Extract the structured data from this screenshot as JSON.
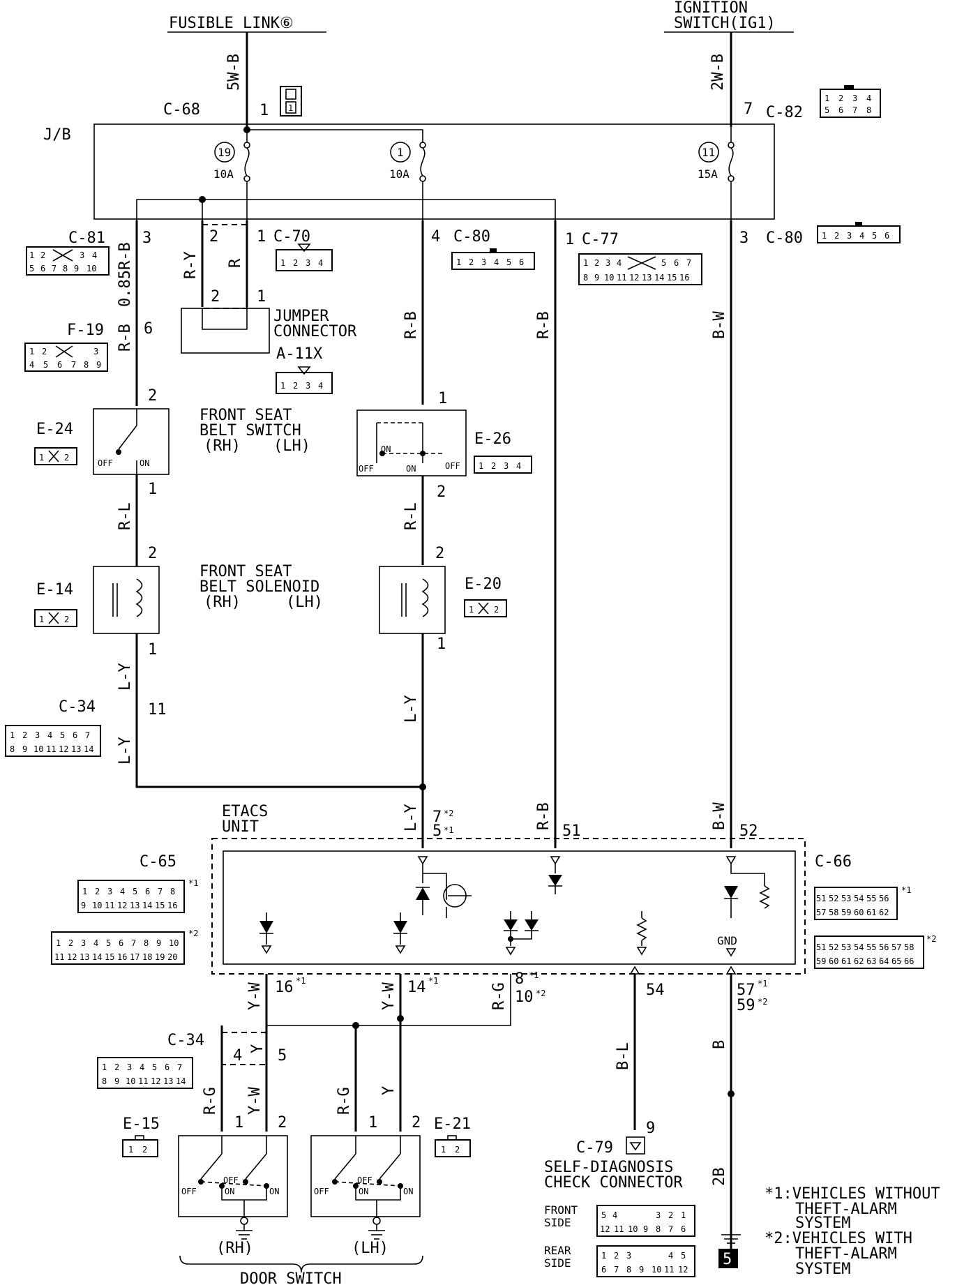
{
  "header": {
    "fusible_link": "FUSIBLE LINK⑥",
    "ignition_l1": "IGNITION",
    "ignition_l2": "SWITCH(IG1)"
  },
  "junction_block": "J/B",
  "fuses": [
    {
      "num": "19",
      "rating": "10A"
    },
    {
      "num": "1",
      "rating": "10A"
    },
    {
      "num": "11",
      "rating": "15A"
    }
  ],
  "connectors": {
    "c68": "C-68",
    "c82": "C-82",
    "c81": "C-81",
    "c70": "C-70",
    "c80a": "C-80",
    "c77": "C-77",
    "c80b": "C-80",
    "f19": "F-19",
    "a11x": "A-11X",
    "e24": "E-24",
    "e26": "E-26",
    "e14": "E-14",
    "e20": "E-20",
    "c34a": "C-34",
    "c65": "C-65",
    "c66": "C-66",
    "c34b": "C-34",
    "e15": "E-15",
    "e21": "E-21",
    "c79": "C-79"
  },
  "wires": {
    "w5wb": "5W-B",
    "w2wb": "2W-B",
    "w085rb": "0.85R-B",
    "wry": "R-Y",
    "wr": "R",
    "wrb1": "R-B",
    "wrb2": "R-B",
    "wrb3": "R-B",
    "wrb4": "R-B",
    "wbw1": "B-W",
    "wbw2": "B-W",
    "wrl1": "R-L",
    "wrl2": "R-L",
    "wly1": "L-Y",
    "wly2": "L-Y",
    "wly3": "L-Y",
    "wly4": "L-Y",
    "wyw1": "Y-W",
    "wyw2": "Y-W",
    "wrg1": "R-G",
    "wyw3": "Y-W",
    "wy1": "Y",
    "wrg2": "R-G",
    "wrg3": "R-G",
    "wy2": "Y",
    "wbl": "B-L",
    "wb": "B"
  },
  "pins": {
    "p1": "1",
    "p7": "7",
    "p3a": "3",
    "p2a": "2",
    "p1a": "1",
    "p4": "4",
    "p1b": "1",
    "p3b": "3",
    "p2j": "2",
    "p1j": "1",
    "p6": "6",
    "p2e24": "2",
    "p1e24": "1",
    "p1e26": "1",
    "p2e26": "2",
    "p2e14": "2",
    "p1e14": "1",
    "p2e20": "2",
    "p1e20": "1",
    "p11": "11",
    "p7e": "7",
    "p5e": "5",
    "p51": "51",
    "p52": "52",
    "p16": "16",
    "p14": "14",
    "p8": "8",
    "p10": "10",
    "p54": "54",
    "p57": "57",
    "p59": "59",
    "p4b": "4",
    "p5b": "5",
    "p1e15": "1",
    "p2e15": "2",
    "p1e21": "1",
    "p2e21": "2",
    "p9": "9",
    "p2b": "2B",
    "star1": "*1",
    "star2": "*2"
  },
  "components": {
    "jumper_l1": "JUMPER",
    "jumper_l2": "CONNECTOR",
    "belt_switch_l1": "FRONT SEAT",
    "belt_switch_l2": "BELT SWITCH",
    "belt_switch_rh": "(RH)",
    "belt_switch_lh": "(LH)",
    "solenoid_l1": "FRONT SEAT",
    "solenoid_l2": "BELT SOLENOID",
    "solenoid_rh": "(RH)",
    "solenoid_lh": "(LH)",
    "etacs_l1": "ETACS",
    "etacs_l2": "UNIT",
    "gnd": "GND",
    "off": "OFF",
    "on": "ON",
    "door_rh": "(RH)",
    "door_lh": "(LH)",
    "door_switch": "DOOR SWITCH",
    "sdc_l1": "SELF-DIAGNOSIS",
    "sdc_l2": "CHECK CONNECTOR",
    "front_l1": "FRONT",
    "front_l2": "SIDE",
    "rear_l1": "REAR",
    "rear_l2": "SIDE",
    "ground_num": "5"
  },
  "notes": {
    "n1_l1": "*1:VEHICLES WITHOUT",
    "n1_l2": "THEFT-ALARM",
    "n1_l3": "SYSTEM",
    "n2_l1": "*2:VEHICLES WITH",
    "n2_l2": "THEFT-ALARM",
    "n2_l3": "SYSTEM"
  },
  "connector_pins": {
    "c68": [
      "1"
    ],
    "c82": [
      "1",
      "2",
      "3",
      "4",
      "5",
      "6",
      "7",
      "8"
    ],
    "c81": [
      "1",
      "2",
      "3",
      "4",
      "5",
      "6",
      "7",
      "8",
      "9",
      "10"
    ],
    "c70": [
      "1",
      "2",
      "3",
      "4"
    ],
    "c80": [
      "1",
      "2",
      "3",
      "4",
      "5",
      "6"
    ],
    "c77": [
      "1",
      "2",
      "3",
      "4",
      "5",
      "6",
      "7",
      "8",
      "9",
      "10",
      "11",
      "12",
      "13",
      "14",
      "15",
      "16"
    ],
    "c80b": [
      "1",
      "2",
      "3",
      "4",
      "5",
      "6"
    ],
    "f19": [
      "1",
      "2",
      "3",
      "4",
      "5",
      "6",
      "7",
      "8",
      "9"
    ],
    "a11x": [
      "1",
      "2",
      "3",
      "4"
    ],
    "e24": [
      "1",
      "2"
    ],
    "e26": [
      "1",
      "2",
      "3",
      "4"
    ],
    "e14": [
      "1",
      "2"
    ],
    "e20": [
      "1",
      "2"
    ],
    "c34": [
      "1",
      "2",
      "3",
      "4",
      "5",
      "6",
      "7",
      "8",
      "9",
      "10",
      "11",
      "12",
      "13",
      "14"
    ],
    "c65_1": [
      "1",
      "2",
      "3",
      "4",
      "5",
      "6",
      "7",
      "8",
      "9",
      "10",
      "11",
      "12",
      "13",
      "14",
      "15",
      "16"
    ],
    "c65_2": [
      "1",
      "2",
      "3",
      "4",
      "5",
      "6",
      "7",
      "8",
      "9",
      "10",
      "11",
      "12",
      "13",
      "14",
      "15",
      "16",
      "17",
      "18",
      "19",
      "20"
    ],
    "c66_1": [
      "51",
      "52",
      "53",
      "54",
      "55",
      "56",
      "57",
      "58",
      "59",
      "60",
      "61",
      "62"
    ],
    "c66_2": [
      "51",
      "52",
      "53",
      "54",
      "55",
      "56",
      "57",
      "58",
      "59",
      "60",
      "61",
      "62",
      "63",
      "64",
      "65",
      "66"
    ],
    "e15": [
      "1",
      "2"
    ],
    "e21": [
      "1",
      "2"
    ],
    "c79_front": [
      "5",
      "4",
      "3",
      "2",
      "1",
      "12",
      "11",
      "10",
      "9",
      "8",
      "7",
      "6"
    ],
    "c79_rear": [
      "1",
      "2",
      "3",
      "4",
      "5",
      "6",
      "7",
      "8",
      "9",
      "10",
      "11",
      "12"
    ]
  }
}
